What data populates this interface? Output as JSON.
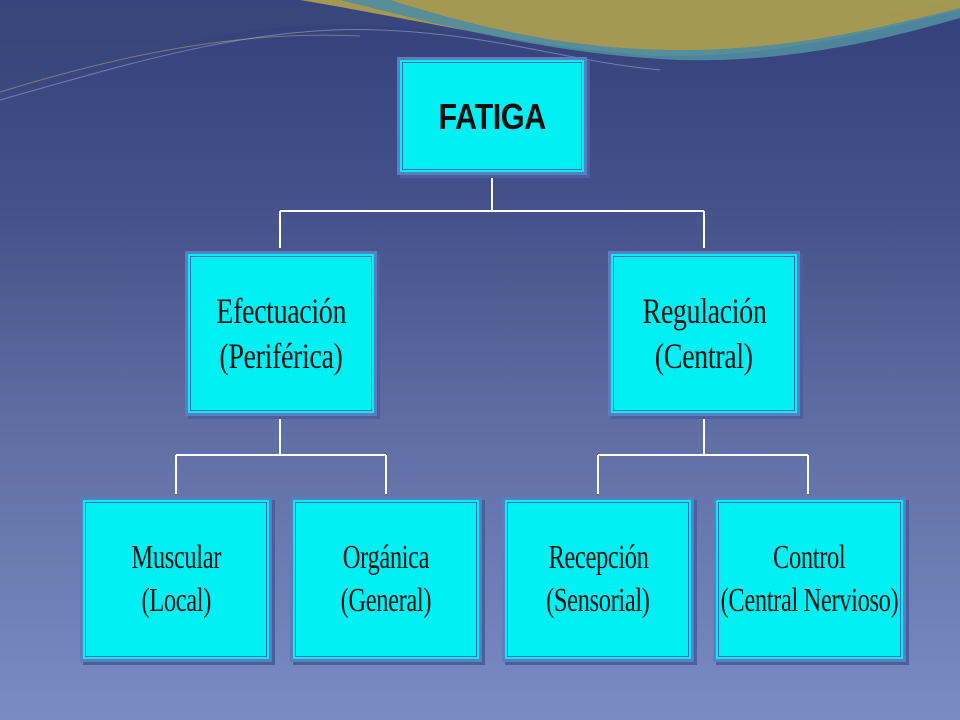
{
  "diagram": {
    "root": {
      "lines": [
        "FATIGA"
      ]
    },
    "level1": [
      {
        "id": "efectuacion",
        "lines": [
          "Efectuación",
          "(Periférica)"
        ]
      },
      {
        "id": "regulacion",
        "lines": [
          "Regulación",
          "(Central)"
        ]
      }
    ],
    "level2": [
      {
        "id": "muscular",
        "lines": [
          "Muscular",
          "(Local)"
        ]
      },
      {
        "id": "organica",
        "lines": [
          "Orgánica",
          "(General)"
        ]
      },
      {
        "id": "recepcion",
        "lines": [
          "Recepción",
          "(Sensorial)"
        ]
      },
      {
        "id": "control",
        "lines": [
          "Control",
          "(Central Nervioso)"
        ]
      }
    ]
  },
  "colors": {
    "box_fill": "#00f0f4",
    "connector": "#ffffff",
    "background_top": "#34407a",
    "background_bottom": "#7a8bc3",
    "wave_gold": "#b8a74a",
    "wave_teal": "#4f8da0"
  }
}
